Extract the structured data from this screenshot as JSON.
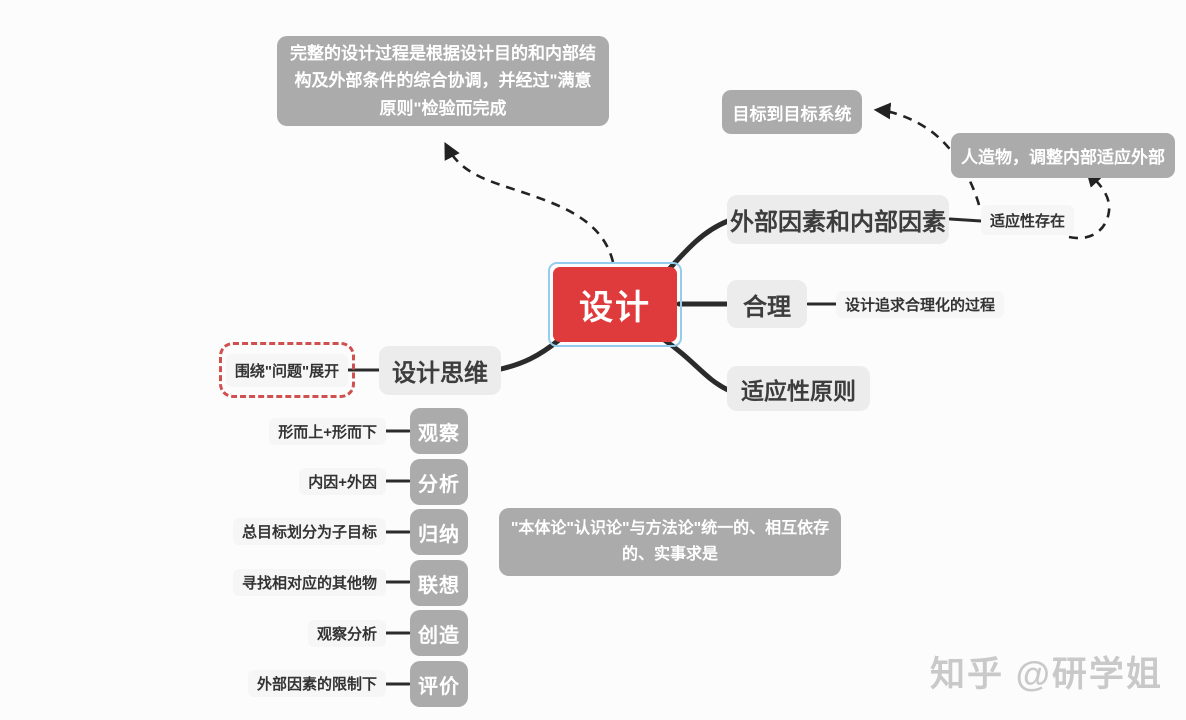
{
  "colors": {
    "edge": "#2b2b2b",
    "root_red": "#e03b3c",
    "selection_blue": "#93ccec",
    "node_dark": "#ababab",
    "node_light": "#ececec",
    "label_light": "#f6f6f6",
    "dashed_red": "#d04f4f",
    "dark_text": "#3d3d3d",
    "watermark": "#c9c9c9",
    "bg": "#fcfcfc"
  },
  "nodes": {
    "root": "设计",
    "process_note": "完整的设计过程是根据设计目的和内部结构及外部条件的综合协调，并经过\"满意原则\"检验而完成",
    "goal_system": "目标到目标系统",
    "artifact": "人造物，调整内部适应外部",
    "factors": "外部因素和内部因素",
    "adaptive_existence": "适应性存在",
    "rational": "合理",
    "rational_note": "设计追求合理化的过程",
    "adaptive_principle": "适应性原则",
    "design_thinking": "设计思维",
    "around_problem": "围绕\"问题\"展开",
    "methodology_note": "\"本体论\"认识论\"与方法论\"统一的、相互依存的、实事求是"
  },
  "thinking_steps": [
    {
      "label": "形而上+形而下",
      "step": "观察"
    },
    {
      "label": "内因+外因",
      "step": "分析"
    },
    {
      "label": "总目标划分为子目标",
      "step": "归纳"
    },
    {
      "label": "寻找相对应的其他物",
      "step": "联想"
    },
    {
      "label": "观察分析",
      "step": "创造"
    },
    {
      "label": "外部因素的限制下",
      "step": "评价"
    }
  ],
  "watermark": "知乎 @研学姐"
}
